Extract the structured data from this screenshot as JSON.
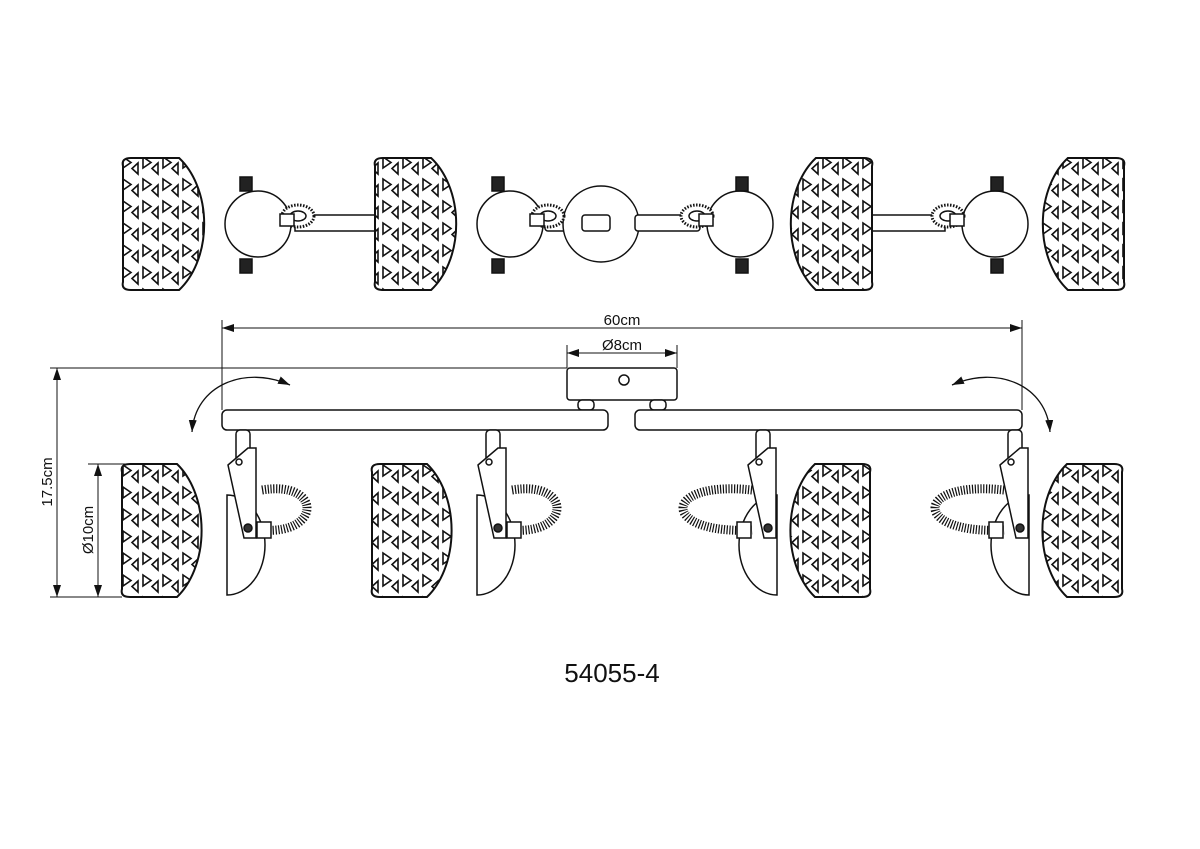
{
  "dimensions": {
    "width": "60cm",
    "canopy_diameter": "Ø8cm",
    "height": "17.5cm",
    "shade_diameter": "Ø10cm"
  },
  "model_number": "54055-4",
  "views": {
    "top_view_shades": 4,
    "front_view_shades": 4
  }
}
